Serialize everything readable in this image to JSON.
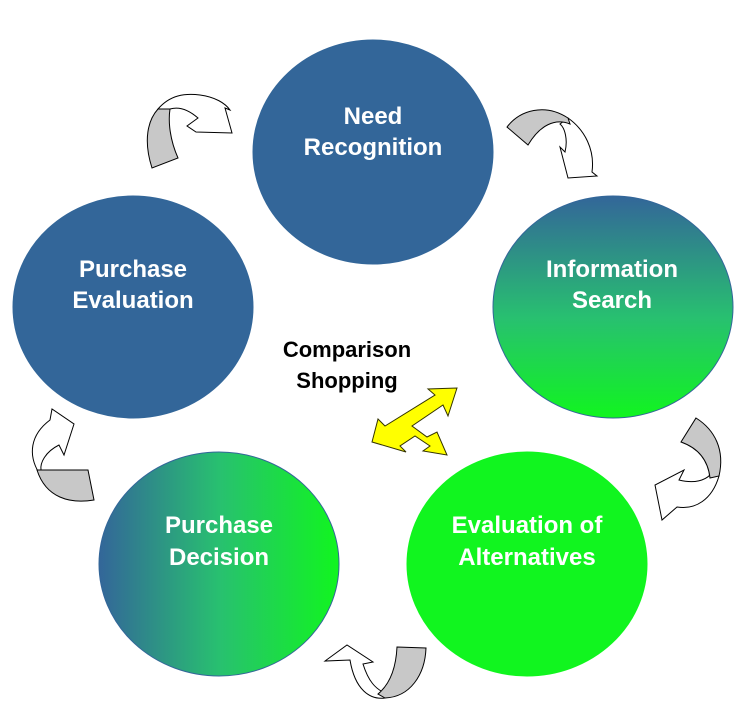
{
  "diagram": {
    "title": "Consumer Buying Process",
    "colors": {
      "blue": "#336699",
      "green": "#11EE22",
      "gray_arrow": "#c8c8c8",
      "yellow_arrow": "#ffff00"
    },
    "nodes": [
      {
        "id": "need-recognition",
        "line1": "Need",
        "line2": "Recognition",
        "fill": "solid-blue"
      },
      {
        "id": "information-search",
        "line1": "Information",
        "line2": "Search",
        "fill": "gradient-blue-to-green-vertical"
      },
      {
        "id": "evaluation-of-alternatives",
        "line1": "Evaluation of",
        "line2": "Alternatives",
        "fill": "solid-green"
      },
      {
        "id": "purchase-decision",
        "line1": "Purchase",
        "line2": "Decision",
        "fill": "gradient-blue-to-green-horizontal"
      },
      {
        "id": "purchase-evaluation",
        "line1": "Purchase",
        "line2": "Evaluation",
        "fill": "solid-blue"
      }
    ],
    "center": {
      "line1": "Comparison",
      "line2": "Shopping",
      "arrow": "three-way-arrow"
    },
    "cycle_arrows": [
      {
        "from": "purchase-evaluation",
        "to": "need-recognition",
        "icon": "curved-arrow-icon"
      },
      {
        "from": "need-recognition",
        "to": "information-search",
        "icon": "curved-arrow-icon"
      },
      {
        "from": "information-search",
        "to": "evaluation-of-alternatives",
        "icon": "curved-arrow-icon"
      },
      {
        "from": "evaluation-of-alternatives",
        "to": "purchase-decision",
        "icon": "curved-arrow-icon"
      },
      {
        "from": "purchase-decision",
        "to": "purchase-evaluation",
        "icon": "curved-arrow-icon"
      }
    ]
  }
}
